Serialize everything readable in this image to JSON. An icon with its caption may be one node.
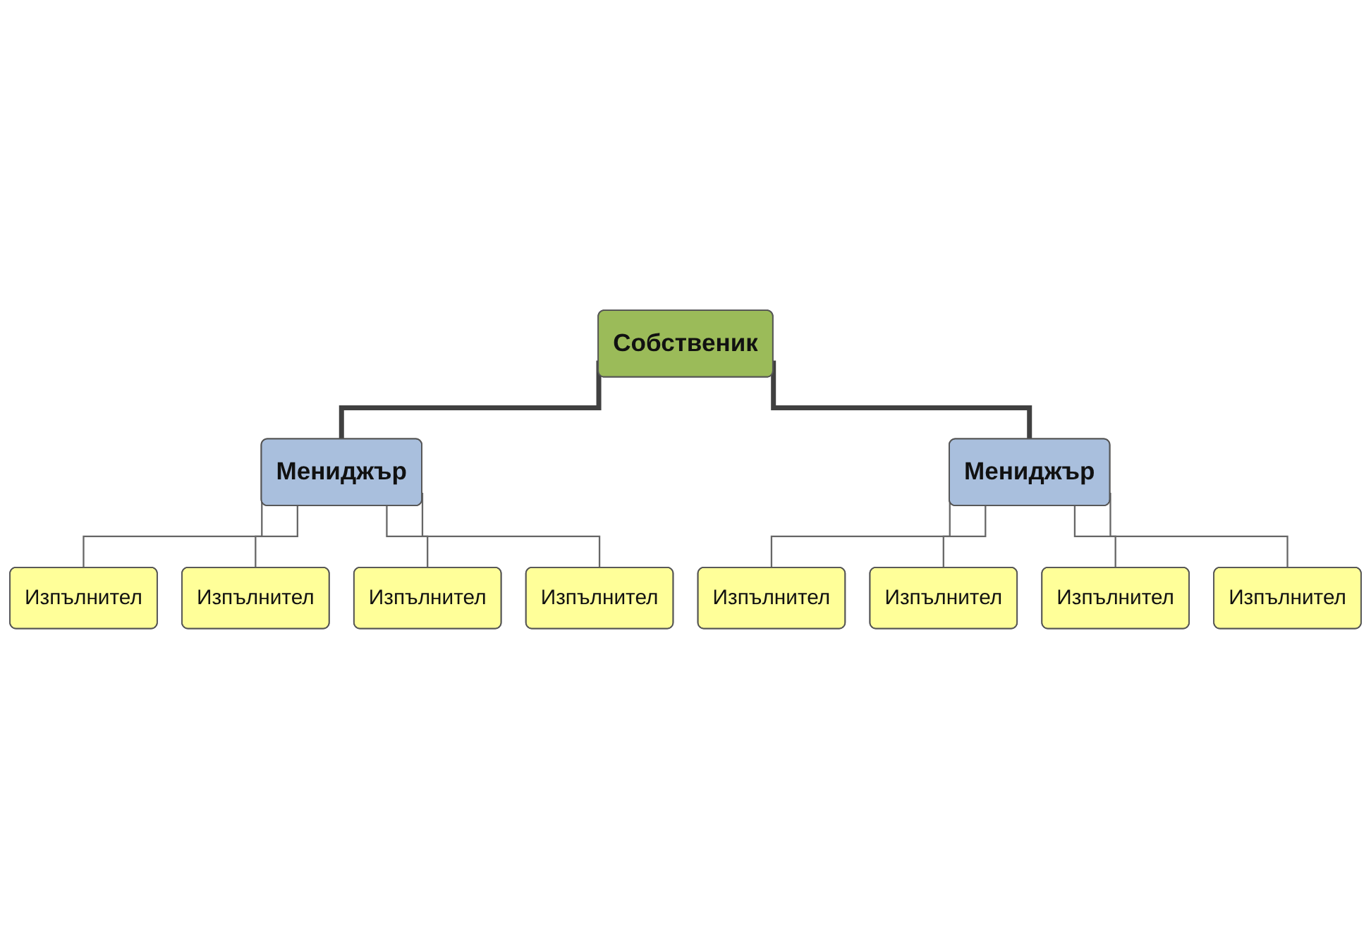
{
  "diagram": {
    "nodes": [
      {
        "text": [
          "Собственик"
        ]
      },
      {
        "text": [
          "Мениджър"
        ]
      },
      {
        "text": [
          "Мениджър"
        ]
      },
      {
        "text": [
          "Изпълнител"
        ]
      },
      {
        "text": [
          "Изпълнител"
        ]
      },
      {
        "text": [
          "Изпълнител"
        ]
      },
      {
        "text": [
          "Изпълнител"
        ]
      },
      {
        "text": [
          "Изпълнител"
        ]
      },
      {
        "text": [
          "Изпълнител"
        ]
      },
      {
        "text": [
          "Изпълнител"
        ]
      },
      {
        "text": [
          "Изпълнител"
        ]
      }
    ],
    "edges": [
      {
        "from": 0,
        "to": 1,
        "arrow": "none",
        "style": "thick"
      },
      {
        "from": 0,
        "to": 2,
        "arrow": "none",
        "style": "thick"
      },
      {
        "from": 1,
        "to": 3,
        "arrow": "none"
      },
      {
        "from": 1,
        "to": 4,
        "arrow": "none"
      },
      {
        "from": 1,
        "to": 5,
        "arrow": "none"
      },
      {
        "from": 1,
        "to": 6,
        "arrow": "none"
      },
      {
        "from": 2,
        "to": 7,
        "arrow": "none"
      },
      {
        "from": 2,
        "to": 8,
        "arrow": "none"
      },
      {
        "from": 2,
        "to": 9,
        "arrow": "none"
      },
      {
        "from": 2,
        "to": 10,
        "arrow": "none"
      }
    ]
  }
}
